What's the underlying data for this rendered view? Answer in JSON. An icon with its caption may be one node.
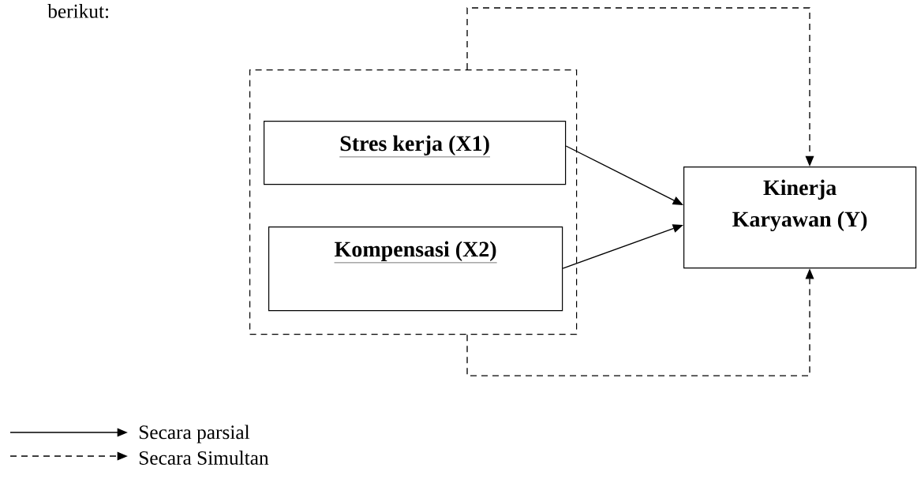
{
  "diagram": {
    "nodes": [
      {
        "text": [],
        "shape": "box"
      },
      {
        "text": [
          "Stres kerja (X1)"
        ],
        "in": 0
      },
      {
        "text": [
          "Kompensasi (X2)"
        ],
        "in": 0
      },
      {
        "text": [
          "Kinerja Karyawan (Y)"
        ]
      }
    ],
    "edges": [
      {
        "from": 1,
        "to": 3,
        "arrow": "to"
      },
      {
        "from": 2,
        "to": 3,
        "arrow": "to"
      },
      {
        "from": 0,
        "to": 3,
        "arrow": "to",
        "style": "dashed"
      },
      {
        "from": 0,
        "to": 3,
        "arrow": "to",
        "style": "dashed"
      }
    ],
    "labels": [
      "berikut:"
    ],
    "legend": [
      {
        "text": "Secara parsial"
      },
      {
        "text": "Secara Simultan"
      }
    ]
  }
}
